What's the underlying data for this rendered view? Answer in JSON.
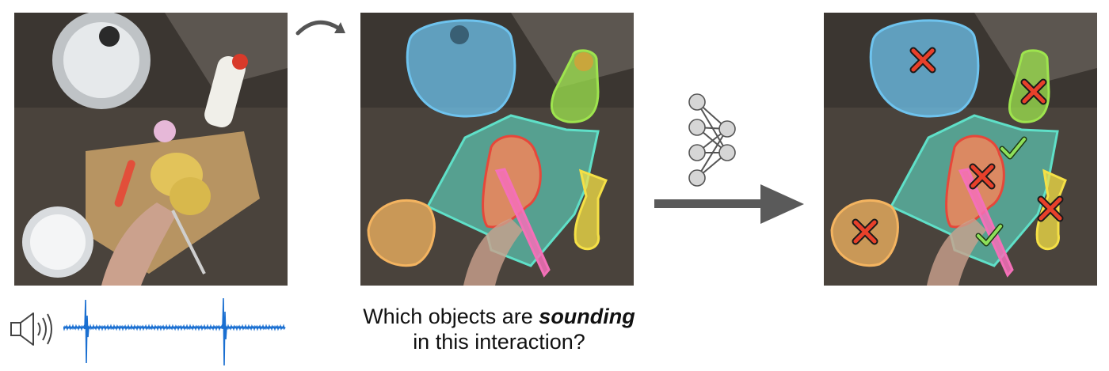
{
  "question": {
    "prefix": "Which objects are ",
    "emphasis": "sounding",
    "line2": "in this interaction?"
  },
  "panels": [
    {
      "name": "egocentric-frame"
    },
    {
      "name": "object-masks"
    },
    {
      "name": "sounding-predictions"
    }
  ],
  "objects": [
    {
      "name": "pot",
      "mask_color": "#6ec3ee",
      "sounding": false
    },
    {
      "name": "bottle",
      "mask_color": "#9ee44e",
      "sounding": false
    },
    {
      "name": "cutting-board",
      "mask_color": "#5fe0c8",
      "sounding": true
    },
    {
      "name": "potatoes",
      "mask_color": "#f2855a",
      "sounding": false
    },
    {
      "name": "knife",
      "mask_color": "#f470b8",
      "sounding": true
    },
    {
      "name": "spoon",
      "mask_color": "#f5e046",
      "sounding": false
    },
    {
      "name": "bowl",
      "mask_color": "#f4b460",
      "sounding": false
    }
  ],
  "colors": {
    "waveform": "#1a6fd1",
    "arrow": "#5a5a5a",
    "cross_fill": "#e8402a",
    "check": "#8ee05a"
  },
  "icons": [
    "speaker-icon",
    "curved-arrow-icon",
    "neural-network-icon",
    "right-arrow-icon",
    "cross-icon",
    "check-icon"
  ]
}
